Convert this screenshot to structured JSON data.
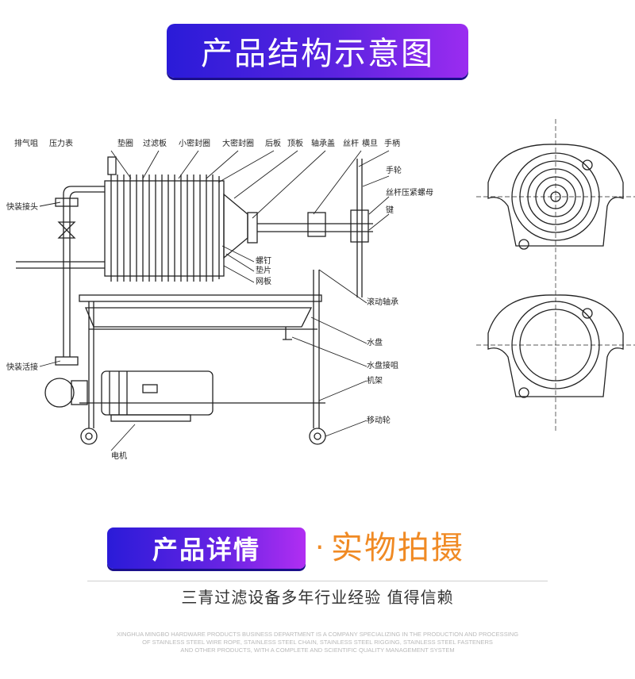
{
  "header": {
    "title": "产品结构示意图"
  },
  "diagram": {
    "labels": {
      "vent_valve": "排气咀",
      "pressure_gauge": "压力表",
      "gasket_ring": "垫圈",
      "filter_plate": "过滤板",
      "small_seal_ring": "小密封圈",
      "large_seal_ring": "大密封圈",
      "rear_plate": "后板",
      "top_plate": "顶板",
      "bearing_cover": "轴承盖",
      "screw_rod": "丝杆",
      "crossbar": "横旦",
      "handle": "手柄",
      "hand_wheel": "手轮",
      "screw_nut": "丝杆压紧螺母",
      "key": "键",
      "quick_joint": "快装接头",
      "screw": "螺钉",
      "washer": "垫片",
      "mesh_plate": "网板",
      "rolling_bearing": "滚动轴承",
      "water_tray": "水盘",
      "tray_nozzle": "水盘接咀",
      "quick_union": "快装活接",
      "frame": "机架",
      "caster": "移动轮",
      "motor": "电机"
    }
  },
  "details": {
    "badge": "产品详情",
    "dot": "·",
    "title": "实物拍摄"
  },
  "slogan": "三青过滤设备多年行业经验 值得信赖",
  "company_text": {
    "line1": "XINGHUA MINGBO HARDWARE PRODUCTS BUSINESS DEPARTMENT IS A COMPANY SPECIALIZING IN THE PRODUCTION AND PROCESSING",
    "line2": "OF STAINLESS STEEL WIRE ROPE, STAINLESS STEEL CHAIN, STAINLESS STEEL RIGGING, STAINLESS STEEL FASTENERS",
    "line3": "AND OTHER PRODUCTS, WITH A COMPLETE AND SCIENTIFIC QUALITY MANAGEMENT SYSTEM"
  },
  "colors": {
    "banner_start": "#2a1bd8",
    "banner_end": "#9b2cf0",
    "accent_orange": "#f08a24"
  }
}
